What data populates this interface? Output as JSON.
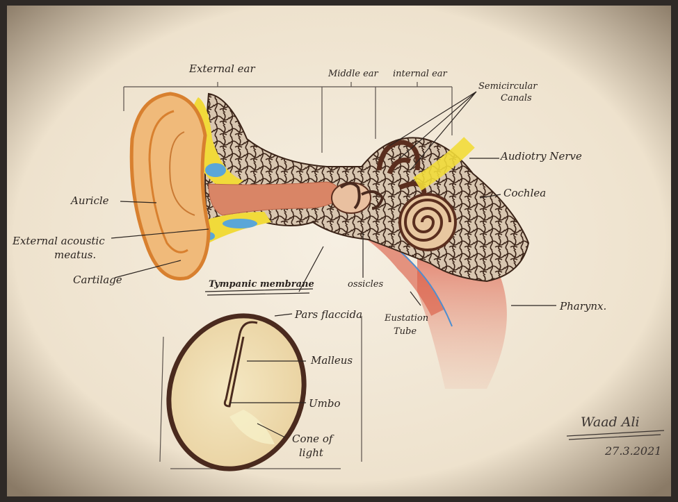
{
  "headers": {
    "external_ear": "External ear",
    "middle_ear": "Middle ear",
    "internal_ear": "internal ear"
  },
  "labels": {
    "semicircular_canals_1": "Semicircular",
    "semicircular_canals_2": "Canals",
    "auditory_nerve": "Audiotry Nerve",
    "cochlea": "Cochlea",
    "auricle": "Auricle",
    "external_acoustic_meatus_1": "External acoustic",
    "external_acoustic_meatus_2": "meatus.",
    "cartilage": "Cartilage",
    "tympanic_membrane": "Tympanic membrane",
    "ossicles": "ossicles",
    "eustachian_tube_1": "Eustation",
    "eustachian_tube_2": "Tube",
    "pharynx": "Pharynx.",
    "pars_flaccida": "Pars flaccida",
    "malleus": "Malleus",
    "umbo": "Umbo",
    "cone_of_light_1": "Cone of",
    "cone_of_light_2": "light"
  },
  "signature": {
    "name": "Waad Ali",
    "date": "27.3.2021"
  },
  "colors": {
    "paper": "#f1e8d8",
    "skin": "#e9a463",
    "canal": "#d98566",
    "bone_dark": "#4a2a1e",
    "cartilage_yellow": "#f2dc3a",
    "fat_blue": "#5aa6d8",
    "pharynx_red": "#d8452f",
    "eardrum": "#f2dfaf"
  }
}
